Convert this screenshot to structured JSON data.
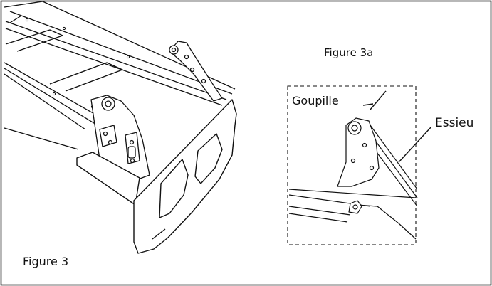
{
  "labels": {
    "figure_3a": "Figure 3a",
    "goupille": "Goupille",
    "essieu": "Essieu",
    "figure_3": "Figure 3"
  },
  "colors": {
    "line": "#111111",
    "background": "#ffffff"
  }
}
